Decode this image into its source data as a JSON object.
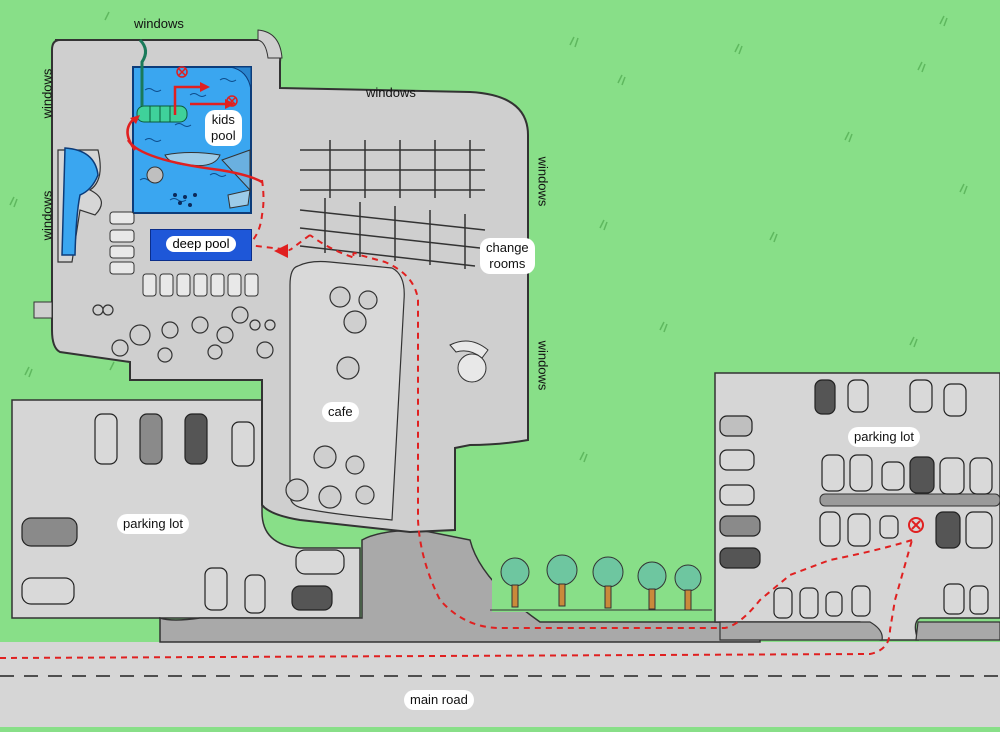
{
  "map": {
    "labels": {
      "windows_top": "windows",
      "windows_left_upper": "windows",
      "windows_left_lower": "windows",
      "windows_mid": "windows",
      "windows_right_upper": "windows",
      "windows_right_lower": "windows",
      "kids_pool_line1": "kids",
      "kids_pool_line2": "pool",
      "deep_pool": "deep pool",
      "change_rooms_line1": "change",
      "change_rooms_line2": "rooms",
      "cafe": "cafe",
      "parking_lot_left": "parking lot",
      "parking_lot_right": "parking lot",
      "main_road": "main road"
    },
    "colors": {
      "grass": "#88df88",
      "pavement": "#d6d6d6",
      "building_floor": "#cfcfcf",
      "road": "#a9a9a9",
      "kids_pool_water": "#3aa6f0",
      "deep_pool_water": "#1e57d8",
      "path_marker": "#e02020"
    },
    "icons": [
      "destination-marker-icon",
      "slide-icon",
      "tree-icon",
      "car-icon",
      "table-icon",
      "chair-icon",
      "fountain-icon"
    ]
  }
}
